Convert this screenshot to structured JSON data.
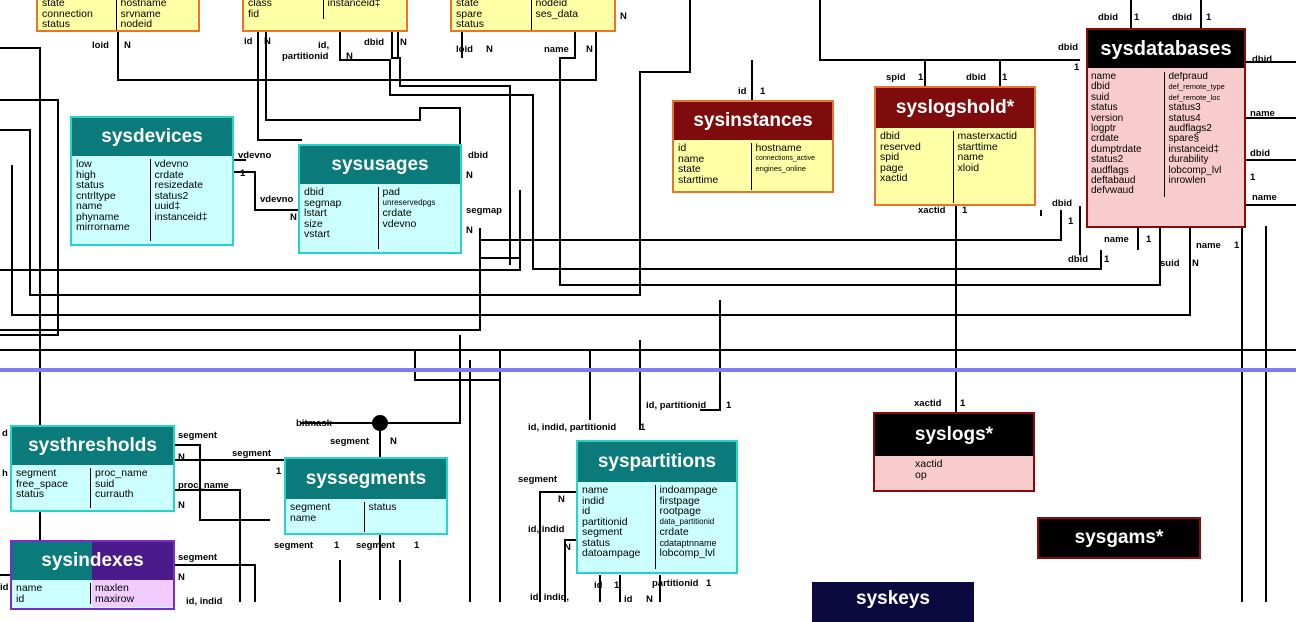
{
  "colors": {
    "separator": "#7b7bf2",
    "entity_cyan_header": "#0a7a7a",
    "entity_cyan_body": "#ccffff",
    "entity_yellow_header": "#7f0c0c",
    "entity_yellow_body": "#ffffa6",
    "entity_black_header": "#000000",
    "entity_pink_body": "#f8cccc"
  },
  "partial_top": {
    "box1": {
      "left": [
        "state",
        "connection",
        "status"
      ],
      "right": [
        "hostname",
        "srvname",
        "nodeid"
      ]
    },
    "box2": {
      "left": [
        "",
        "class",
        "fid"
      ],
      "right": [
        "",
        "instanceid‡",
        ""
      ]
    },
    "box3": {
      "left": [
        "state",
        "spare",
        "status"
      ],
      "right": [
        "nodeid",
        "ses_data",
        ""
      ]
    }
  },
  "entities": {
    "sysdatabases": {
      "title": "sysdatabases",
      "left": [
        "name",
        "dbid",
        "suid",
        "status",
        "version",
        "logptr",
        "crdate",
        "dumptrdate",
        "status2",
        "audflags",
        "deftabaud",
        "defvwaud"
      ],
      "right": [
        "defpraud",
        "def_remote_type",
        "def_remote_loc",
        "status3",
        "status4",
        "audflags2",
        "spare§",
        "instanceid‡",
        "durability",
        "lobcomp_lvl",
        "inrowlen",
        ""
      ]
    },
    "sysinstances": {
      "title": "sysinstances",
      "left": [
        "id",
        "name",
        "state",
        "starttime"
      ],
      "right": [
        "hostname",
        "connections_active",
        "engines_online",
        ""
      ]
    },
    "syslogshold": {
      "title": "syslogshold*",
      "left": [
        "dbid",
        "reserved",
        "spid",
        "page",
        "xactid"
      ],
      "right": [
        "masterxactid",
        "starttime",
        "name",
        "xloid",
        ""
      ]
    },
    "sysdevices": {
      "title": "sysdevices",
      "left": [
        "low",
        "high",
        "status",
        "cntrltype",
        "name",
        "phyname",
        "mirrorname"
      ],
      "right": [
        "vdevno",
        "crdate",
        "resizedate",
        "status2",
        "uuid‡",
        "instanceid‡",
        ""
      ]
    },
    "sysusages": {
      "title": "sysusages",
      "left": [
        "dbid",
        "segmap",
        "lstart",
        "size",
        "vstart"
      ],
      "right": [
        "pad",
        "unreservedpgs",
        "crdate",
        "vdevno",
        ""
      ]
    },
    "systhresholds": {
      "title": "systhresholds",
      "left": [
        "segment",
        "free_space",
        "status"
      ],
      "right": [
        "proc_name",
        "suid",
        "currauth"
      ]
    },
    "syssegments": {
      "title": "syssegments",
      "left": [
        "segment",
        "name"
      ],
      "right": [
        "status",
        ""
      ]
    },
    "syspartitions": {
      "title": "syspartitions",
      "left": [
        "name",
        "indid",
        "id",
        "partitionid",
        "segment",
        "status",
        "datoampage"
      ],
      "right": [
        "indoampage",
        "firstpage",
        "rootpage",
        "data_partitionid",
        "crdate",
        "cdataptnname",
        "lobcomp_lvl"
      ]
    },
    "syslogs": {
      "title": "syslogs*",
      "left": [
        "xactid",
        "op"
      ]
    },
    "sysgams": {
      "title": "sysgams*"
    },
    "sysindexes": {
      "title": "sysindexes",
      "left": [
        "name",
        "id"
      ],
      "right": [
        "maxlen",
        "maxirow"
      ]
    },
    "syskeys": {
      "title": "syskeys"
    }
  },
  "labels": [
    {
      "id": "l1",
      "t": "loid"
    },
    {
      "id": "l2",
      "t": "N"
    },
    {
      "id": "l3",
      "t": "id"
    },
    {
      "id": "l4",
      "t": "N"
    },
    {
      "id": "l5",
      "t": "id,"
    },
    {
      "id": "l6",
      "t": "partitionid"
    },
    {
      "id": "l7",
      "t": "N"
    },
    {
      "id": "l8",
      "t": "dbid"
    },
    {
      "id": "l9",
      "t": "N"
    },
    {
      "id": "l10",
      "t": "loid"
    },
    {
      "id": "l11",
      "t": "N"
    },
    {
      "id": "l12",
      "t": "name"
    },
    {
      "id": "l13",
      "t": "N"
    },
    {
      "id": "l14",
      "t": "N"
    },
    {
      "id": "l15",
      "t": "dbid"
    },
    {
      "id": "l16",
      "t": "1"
    },
    {
      "id": "l17",
      "t": "dbid"
    },
    {
      "id": "l18",
      "t": "1"
    },
    {
      "id": "l19",
      "t": "dbid"
    },
    {
      "id": "l20",
      "t": "1"
    },
    {
      "id": "l21",
      "t": "dbid"
    },
    {
      "id": "l22",
      "t": "name"
    },
    {
      "id": "l23",
      "t": "dbid"
    },
    {
      "id": "l24",
      "t": "1"
    },
    {
      "id": "l25",
      "t": "name"
    },
    {
      "id": "l26",
      "t": "spid"
    },
    {
      "id": "l27",
      "t": "1"
    },
    {
      "id": "l28",
      "t": "dbid"
    },
    {
      "id": "l29",
      "t": "1"
    },
    {
      "id": "l30",
      "t": "id"
    },
    {
      "id": "l31",
      "t": "1"
    },
    {
      "id": "l32",
      "t": "xactid"
    },
    {
      "id": "l33",
      "t": "1"
    },
    {
      "id": "l34",
      "t": "dbid"
    },
    {
      "id": "l35",
      "t": "1"
    },
    {
      "id": "l36",
      "t": "name"
    },
    {
      "id": "l37",
      "t": "1"
    },
    {
      "id": "l38",
      "t": "name"
    },
    {
      "id": "l39",
      "t": "1"
    },
    {
      "id": "l40",
      "t": "dbid"
    },
    {
      "id": "l41",
      "t": "1"
    },
    {
      "id": "l42",
      "t": "suid"
    },
    {
      "id": "l43",
      "t": "N"
    },
    {
      "id": "l44",
      "t": "vdevno"
    },
    {
      "id": "l45",
      "t": "1"
    },
    {
      "id": "l46",
      "t": "vdevno"
    },
    {
      "id": "l47",
      "t": "N"
    },
    {
      "id": "l48",
      "t": "dbid"
    },
    {
      "id": "l49",
      "t": "N"
    },
    {
      "id": "l50",
      "t": "segmap"
    },
    {
      "id": "l51",
      "t": "N"
    },
    {
      "id": "l52",
      "t": "xactid"
    },
    {
      "id": "l53",
      "t": "1"
    },
    {
      "id": "l54",
      "t": "id, partitionid"
    },
    {
      "id": "l55",
      "t": "1"
    },
    {
      "id": "l56",
      "t": "id, indid, partitionid"
    },
    {
      "id": "l57",
      "t": "1"
    },
    {
      "id": "l58",
      "t": "bitmask"
    },
    {
      "id": "l59",
      "t": "segment"
    },
    {
      "id": "l60",
      "t": "N"
    },
    {
      "id": "l61",
      "t": "segment"
    },
    {
      "id": "l62",
      "t": "N"
    },
    {
      "id": "l63",
      "t": "segment"
    },
    {
      "id": "l64",
      "t": "1"
    },
    {
      "id": "l65",
      "t": "proc_name"
    },
    {
      "id": "l66",
      "t": "N"
    },
    {
      "id": "l67",
      "t": "segment"
    },
    {
      "id": "l68",
      "t": "N"
    },
    {
      "id": "l69",
      "t": "id, indid"
    },
    {
      "id": "l70",
      "t": "N"
    },
    {
      "id": "l71",
      "t": "segment"
    },
    {
      "id": "l72",
      "t": "1"
    },
    {
      "id": "l73",
      "t": "segment"
    },
    {
      "id": "l74",
      "t": "1"
    },
    {
      "id": "l75",
      "t": "segment"
    },
    {
      "id": "l76",
      "t": "N"
    },
    {
      "id": "l77",
      "t": "id"
    },
    {
      "id": "l78",
      "t": "1"
    },
    {
      "id": "l79",
      "t": "id"
    },
    {
      "id": "l80",
      "t": "N"
    },
    {
      "id": "l81",
      "t": "partitionid"
    },
    {
      "id": "l82",
      "t": "1"
    },
    {
      "id": "l83",
      "t": "id, indid,"
    },
    {
      "id": "l84",
      "t": "id, indid"
    },
    {
      "id": "l85",
      "t": "d"
    },
    {
      "id": "l86",
      "t": "h"
    },
    {
      "id": "l87",
      "t": "id"
    }
  ]
}
